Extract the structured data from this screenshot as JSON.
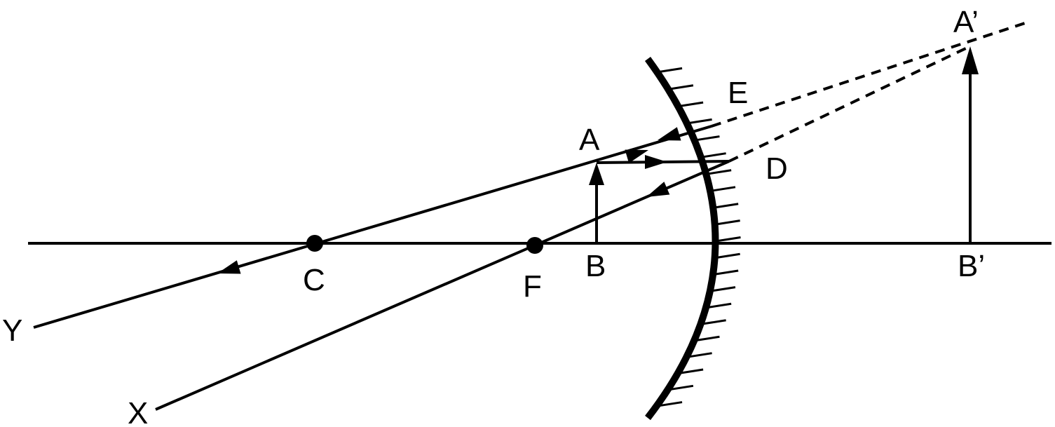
{
  "colors": {
    "ink": "#000000",
    "background": "#ffffff"
  },
  "labels": {
    "A": "A",
    "A_prime": "A’",
    "B": "B",
    "B_prime": "B’",
    "C": "C",
    "F": "F",
    "D": "D",
    "E": "E",
    "X": "X",
    "Y": "Y"
  }
}
